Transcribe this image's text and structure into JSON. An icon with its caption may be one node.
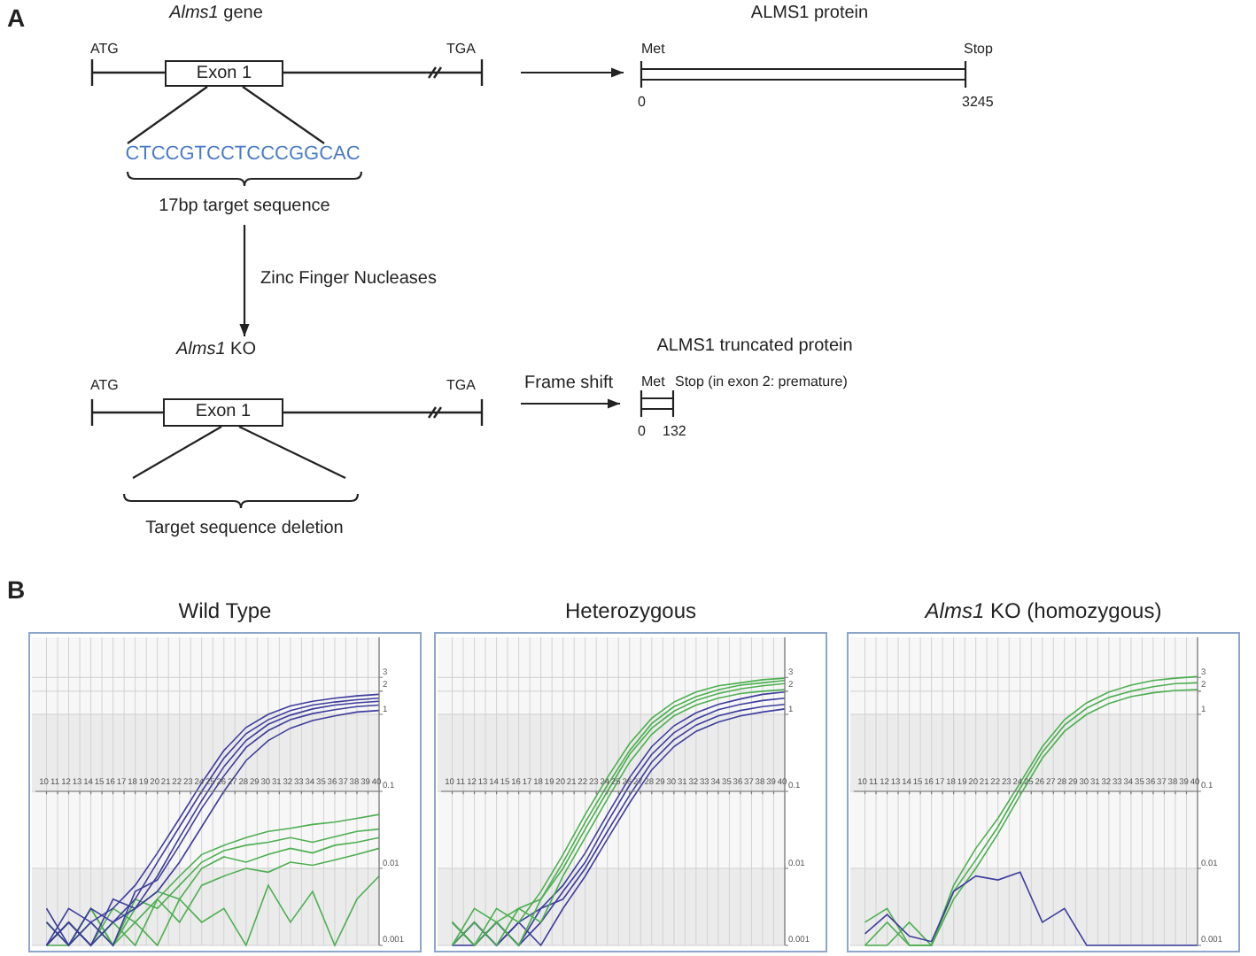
{
  "diagram": {
    "nodes": [
      {
        "text": [
          "*Alms1* gene"
        ]
      },
      {
        "text": [
          "Exon 1"
        ],
        "in": 0
      },
      {
        "text": [
          "CTCCGTCCTCCCGGCAC",
          "17bp target sequence"
        ],
        "in": 0
      },
      {
        "text": [
          "ALMS1 protein"
        ]
      },
      {
        "text": [
          "*Alms1* KO"
        ]
      },
      {
        "text": [
          "Exon 1"
        ],
        "in": 4
      },
      {
        "text": [
          "ALMS1 truncated protein"
        ]
      }
    ],
    "edges": [
      {
        "from": 0,
        "to": 3,
        "arrow": "to"
      },
      {
        "from": 1,
        "to": 2,
        "arrow": "none"
      },
      {
        "from": 1,
        "to": 2,
        "arrow": "none"
      },
      {
        "from": 2,
        "to": 4,
        "arrow": "to",
        "label": "Zinc Finger Nucleases"
      },
      {
        "from": 4,
        "to": 6,
        "arrow": "to",
        "label": "Frame shift"
      },
      {
        "from": 5,
        "to": null,
        "arrow": "none"
      },
      {
        "from": 5,
        "to": null,
        "arrow": "none"
      }
    ],
    "labels": [
      "A",
      "ATG",
      "TGA",
      "Met",
      "Stop",
      "0",
      "3245",
      "ATG",
      "TGA",
      "Met",
      "Stop (in exon 2: premature)",
      "0",
      "132",
      "Target sequence deletion",
      "B",
      "Wild Type",
      "Heterozygous",
      "*Alms1* KO (homozygous)",
      "3",
      "2",
      "1",
      "10",
      "11",
      "12",
      "13",
      "14",
      "15",
      "16",
      "17",
      "18",
      "19",
      "20",
      "21",
      "22",
      "23",
      "24",
      "25",
      "26",
      "27",
      "28",
      "29",
      "30",
      "31",
      "32",
      "33",
      "34",
      "35",
      "36",
      "37",
      "38",
      "39",
      "40",
      "0.1",
      "0.01",
      "0.001",
      "3",
      "2",
      "1",
      "10",
      "11",
      "12",
      "13",
      "14",
      "15",
      "16",
      "17",
      "18",
      "19",
      "20",
      "21",
      "22",
      "23",
      "24",
      "25",
      "26",
      "27",
      "28",
      "29",
      "30",
      "31",
      "32",
      "33",
      "34",
      "35",
      "36",
      "37",
      "38",
      "39",
      "40",
      "0.1",
      "0.01",
      "0.001",
      "3",
      "2",
      "1",
      "10",
      "11",
      "12",
      "13",
      "14",
      "15",
      "16",
      "17",
      "18",
      "19",
      "20",
      "21",
      "22",
      "23",
      "24",
      "25",
      "26",
      "27",
      "28",
      "29",
      "30",
      "31",
      "32",
      "33",
      "34",
      "35",
      "36",
      "37",
      "38",
      "39",
      "40",
      "0.1",
      "0.01",
      "0.001"
    ]
  }
}
